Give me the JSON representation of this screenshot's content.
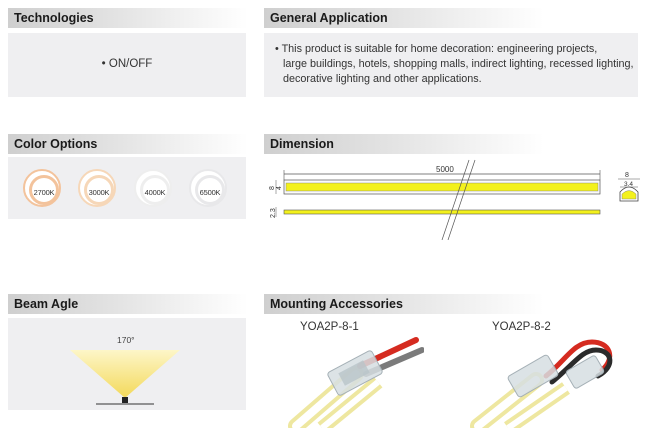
{
  "technologies": {
    "title": "Technologies",
    "items": [
      "• ON/OFF"
    ]
  },
  "general_application": {
    "title": "General Application",
    "lines": [
      "• This product is suitable for home decoration: engineering projects,",
      "large buildings, hotels, shopping malls, indirect lighting, recessed lighting,",
      "decorative lighting and other applications."
    ]
  },
  "color_options": {
    "title": "Color Options",
    "items": [
      {
        "label": "2700K",
        "ring_color": "#f3c39c"
      },
      {
        "label": "3000K",
        "ring_color": "#f6d7b8"
      },
      {
        "label": "4000K",
        "ring_color": "#eeeeee"
      },
      {
        "label": "6500K",
        "ring_color": "#e8e8ea"
      }
    ]
  },
  "dimension": {
    "title": "Dimension",
    "length": "5000",
    "width": "8",
    "inner_width": "4",
    "height": "2.3",
    "section_width": "8",
    "section_inner": "3.4",
    "strip_color": "#f3f11c"
  },
  "beam_angle": {
    "title": "Beam Agle",
    "angle_label": "170°"
  },
  "mounting_accessories": {
    "title": "Mounting Accessories",
    "items": [
      {
        "label": "YOA2P-8-1"
      },
      {
        "label": "YOA2P-8-2"
      }
    ]
  }
}
